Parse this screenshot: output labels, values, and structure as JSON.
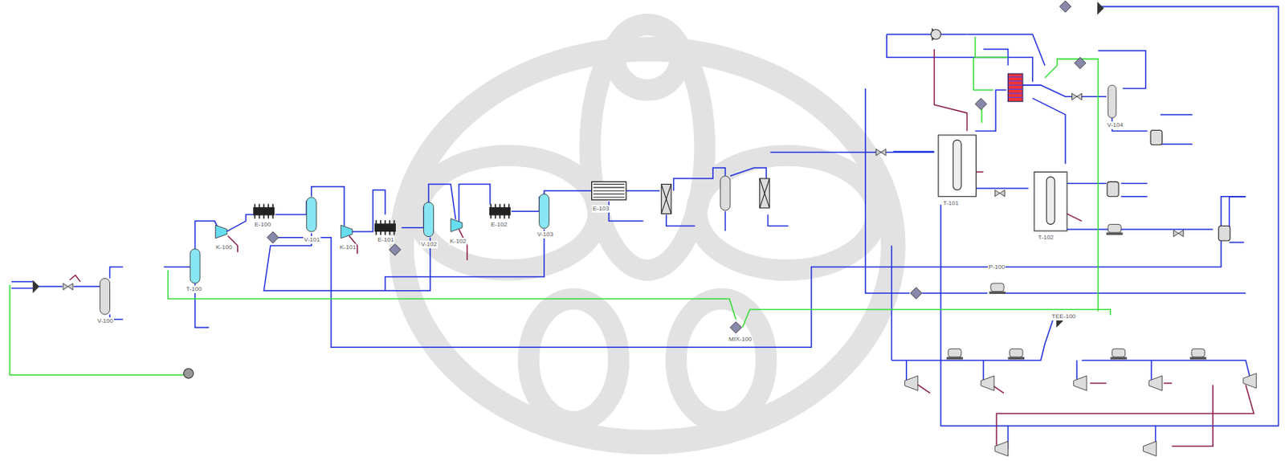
{
  "diagram": {
    "labels": [
      "V-100",
      "T-100",
      "K-100",
      "E-100",
      "V-101",
      "K-101",
      "E-101",
      "V-102",
      "K-102",
      "E-102",
      "V-103",
      "E-103",
      "MIX-100",
      "T-101",
      "T-102",
      "V-104",
      "TEE-100",
      "P-100"
    ]
  }
}
